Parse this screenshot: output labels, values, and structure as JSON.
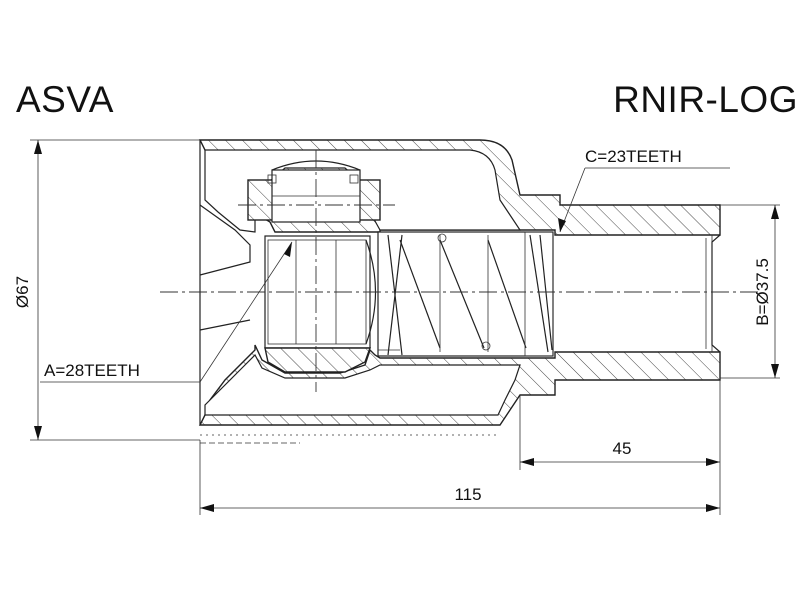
{
  "brand": "ASVA",
  "part_number": "RNIR-LOG",
  "labels": {
    "outer_diameter": "Ø67",
    "spline_a": "A=28TEETH",
    "spline_c": "C=23TEETH",
    "spline_b": "B=Ø37.5",
    "length_shaft": "45",
    "length_total": "115"
  }
}
